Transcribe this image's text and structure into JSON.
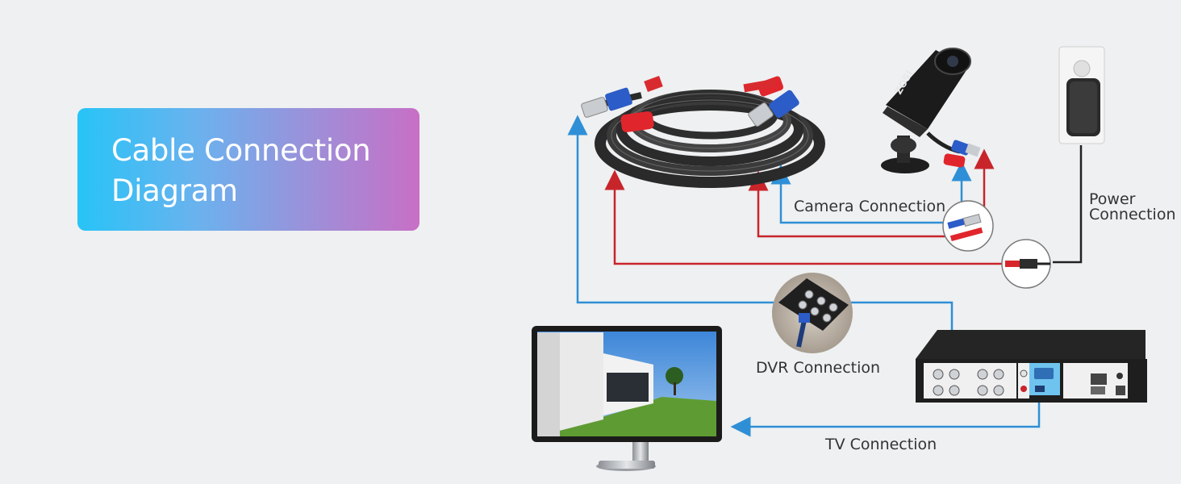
{
  "title": "Cable Connection Diagram",
  "labels": {
    "camera_connection": "Camera Connection",
    "power_connection": "Power Connection",
    "dvr_connection": "DVR Connection",
    "tv_connection": "TV Connection"
  },
  "camera_brand": "ZOSI",
  "colors": {
    "video_line": "#2f8fd6",
    "power_line": "#c8252b",
    "title_gradient_start": "#27c4f7",
    "title_gradient_end": "#c86fc6"
  }
}
